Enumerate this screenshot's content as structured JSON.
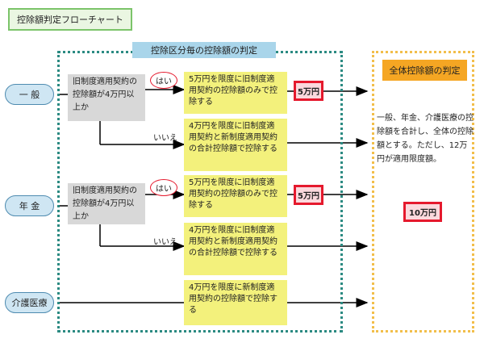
{
  "title": "控除額判定フローチャート",
  "section_label": "控除区分毎の控除額の判定",
  "total_label": "全体控除額の判定",
  "categories": {
    "general": "一 般",
    "pension": "年 金",
    "care": "介護医療"
  },
  "conditions": {
    "general": "旧制度適用契約の控除額が4万円以上か",
    "pension": "旧制度適用契約の控除額が4万円以上か"
  },
  "answers": {
    "yes": "はい",
    "no": "いいえ"
  },
  "results": {
    "general_yes": "5万円を限度に旧制度適用契約の控除額のみで控除する",
    "general_no": "4万円を限度に旧制度適用契約と新制度適用契約の合計控除額で控除する",
    "pension_yes": "5万円を限度に旧制度適用契約の控除額のみで控除する",
    "pension_no": "4万円を限度に旧制度適用契約と新制度適用契約の合計控除額で控除する",
    "care": "4万円を限度に新制度適用契約の控除額で控除する"
  },
  "limit_5": "5万円",
  "total_text": "一般、年金、介護医療の控除額を合計し、全体の控除額とする。ただし、12万円が適用限度額。",
  "limit_10": "10万円",
  "colors": {
    "frame": "#2b8a82",
    "total_frame": "#f2be4a",
    "accent": "#e5192d",
    "result_box": "#f3f17c",
    "condition_box": "#d8d8d8"
  }
}
